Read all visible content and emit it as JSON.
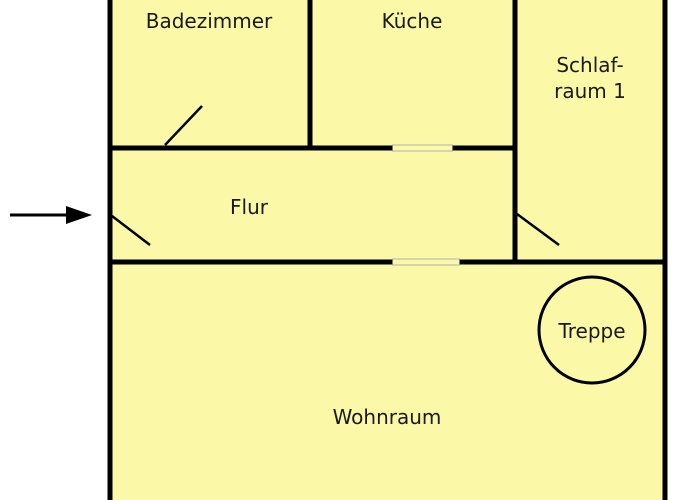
{
  "rooms": {
    "bathroom": "Badezimmer",
    "kitchen": "Küche",
    "bedroom_line1": "Schlaf-",
    "bedroom_line2": "raum 1",
    "hallway": "Flur",
    "stairs": "Treppe",
    "living_room": "Wohnraum"
  },
  "colors": {
    "room_fill": "#fbf8a8",
    "wall": "#000000",
    "background": "#ffffff"
  },
  "icons": {
    "entrance": "entrance-arrow-icon"
  }
}
